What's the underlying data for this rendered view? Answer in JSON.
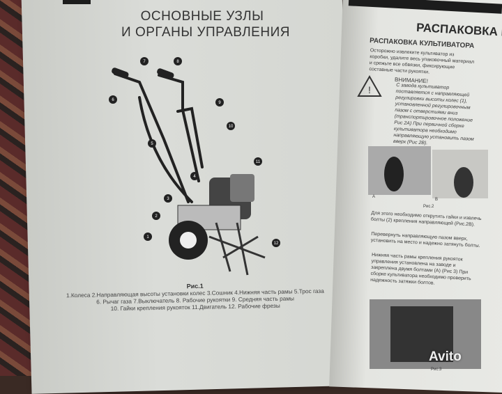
{
  "left_page": {
    "title_line1": "ОСНОВНЫЕ УЗЛЫ",
    "title_line2": "И ОРГАНЫ УПРАВЛЕНИЯ",
    "figure_label": "Рис.1",
    "callouts": [
      "1",
      "2",
      "3",
      "4",
      "5",
      "6",
      "7",
      "8",
      "9",
      "10",
      "11",
      "12"
    ],
    "caption_lines": [
      "1.Колеса 2.Направляющая высоты установки колес 3.Сошник 4.Нижняя часть рамы 5.Трос газа",
      "6. Рычаг газа 7.Выключатель 8. Рабочие рукоятки 9. Средняя часть рамы",
      "10. Гайки крепления рукояток 11.Двигатель 12. Рабочие фрезы"
    ]
  },
  "right_page": {
    "heading": "РАСПАКОВКА И С",
    "subheading": "РАСПАКОВКА КУЛЬТИВАТОРА",
    "intro": "Осторожно извлеките культиватор из коробки, удалите весь упаковочный материал и срежьте все обвязки, фиксирующие составные части рукоятки.",
    "warning_title": "ВНИМАНИЕ!",
    "warning_text": "С завода культиватор поставляется с направляющей регулировки высоты колес (1), установленной регулировочным пазом с отверстиями вниз (транспортировочное положение Рис 2А) При первичной сборке культиватора необходимо направляющую установить пазом вверх (Рис 2В).",
    "fig2_label": "Рис.2",
    "fig2_marks": [
      "A",
      "B"
    ],
    "para1": "Для этого необходимо открутить гайки и извлечь болты (2) крепления направляющей (Рис.2В).",
    "para2": "Перевернуть направляющую пазом вверх, установить на место и надежно затянуть болты.",
    "para3": "Нижняя часть рамы крепления рукояток управления установлена на заводе и закреплена двумя болтами (А) (Рис 3) При сборке культиватора необходимо проверить надежность затяжки болтов.",
    "fig3_label": "Рис.3"
  },
  "watermark": "Avito"
}
